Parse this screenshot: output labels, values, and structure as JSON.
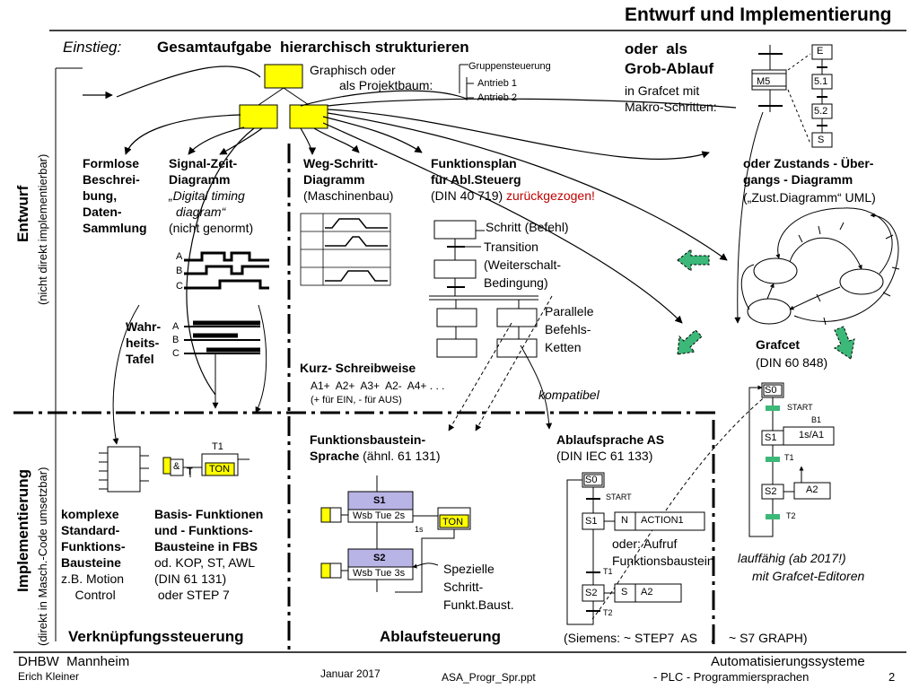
{
  "title": "Entwurf und Implementierung",
  "header": {
    "einstieg": "Einstieg:",
    "gesamtaufgabe": "Gesamtaufgabe  hierarchisch strukturieren",
    "graphisch1": "Graphisch oder",
    "graphisch2": "als Projektbaum:",
    "gruppe": "Gruppensteuerung",
    "antrieb1": "Antrieb 1",
    "antrieb2": "Antrieb 2",
    "grob1": "oder  als",
    "grob2": "Grob-Ablauf",
    "grob3": "in Grafcet mit",
    "grob4": "Makro-Schritten:"
  },
  "macro": {
    "m5": "M5",
    "e": "E",
    "s51": "5.1",
    "s52": "5.2",
    "s": "S"
  },
  "side": {
    "entwurf": "Entwurf",
    "entwurf_sub": "(nicht direkt implementierbar)",
    "impl": "Implementierung",
    "impl_sub": "(direkt in Masch.-Code umsetzbar)"
  },
  "formlos": [
    "Formlose",
    "Beschrei-",
    "bung,",
    "Daten-",
    "Sammlung"
  ],
  "signal": {
    "l1": "Signal-Zeit-",
    "l2": "Diagramm",
    "l3": "„Digital timing",
    "l4": "diagram“",
    "l5": "(nicht genormt)",
    "a": "A",
    "b": "B",
    "c": "C"
  },
  "wahr": {
    "l1": "Wahr-",
    "l2": "heits-",
    "l3": "Tafel",
    "a": "A",
    "b": "B",
    "c": "C"
  },
  "weg": {
    "l1": "Weg-Schritt-",
    "l2": "Diagramm",
    "l3": "(Maschinenbau)"
  },
  "fplan": {
    "l1": "Funktionsplan",
    "l2": "für Abl.Steuerg",
    "l3": "(DIN 40 719)",
    "l3red": "zurückgezogen!",
    "schritt": "Schritt (Befehl)",
    "trans1": "Transition",
    "trans2": "(Weiterschalt-",
    "trans3": "Bedingung)",
    "par1": "Parallele",
    "par2": "Befehls-",
    "par3": "Ketten"
  },
  "kurz": {
    "l1": "Kurz- Schreibweise",
    "l2": "A1+  A2+  A3+  A2-  A4+ . . .",
    "l3": "(+ für EIN, - für AUS)"
  },
  "kompatibel": "kompatibel",
  "zustand": {
    "l1": "oder Zustands - Über-",
    "l2": "gangs - Diagramm",
    "l3": "(„Zust.Diagramm“ UML)"
  },
  "grafcet": {
    "l1": "Grafcet",
    "l2": "(DIN 60 848)",
    "s0": "S0",
    "start": "START",
    "s1": "S1",
    "b1": "B1",
    "s1a1": "1s/A1",
    "t1": "T1",
    "s2": "S2",
    "a2": "A2",
    "t2": "T2",
    "run1": "lauffähig (ab 2017!)",
    "run2": "mit Grafcet-Editoren"
  },
  "impl": {
    "komplex": [
      "komplexe",
      "Standard-",
      "Funktions-",
      "Bausteine",
      "z.B. Motion",
      "    Control"
    ],
    "basis": [
      "Basis- Funktionen",
      "und - Funktions-",
      "Bausteine in FBS",
      "od. KOP, ST, AWL",
      "(DIN 61 131)",
      " oder STEP 7"
    ],
    "t1": "T1",
    "amp": "&",
    "tlabel": "T",
    "ton": "TON"
  },
  "fbs": {
    "l1": "Funktionsbaustein-",
    "l2": "Sprache (ähnl. 61 131)",
    "s1": "S1",
    "wsb1": "Wsb Tue 2s",
    "ton": "TON",
    "one_s": "1s",
    "s2": "S2",
    "wsb2": "Wsb Tue 3s",
    "spez1": "Spezielle",
    "spez2": "Schritt-",
    "spez3": "Funkt.Baust."
  },
  "as": {
    "l1": "Ablaufsprache AS",
    "l2": "(DIN IEC 61 133)",
    "s0": "S0",
    "start": "START",
    "s1": "S1",
    "n": "N",
    "action": "ACTION1",
    "oder1": "oder: Aufruf",
    "oder2": "Funktionsbaustein",
    "t1": "T1",
    "s2": "S2",
    "s": "S",
    "a2": "A2",
    "t2": "T2"
  },
  "bottom": {
    "verkn": "Verknüpfungssteuerung",
    "ablauf": "Ablaufsteuerung",
    "siemens": "(Siemens: ~ STEP7  AS    /    ~ S7 GRAPH)"
  },
  "footer": {
    "dhbw": "DHBW  Mannheim",
    "kleiner": "Erich Kleiner",
    "januar": "Januar 2017",
    "file": "ASA_Progr_Spr.ppt",
    "auto": "Automatisierungssysteme",
    "plc": "- PLC - Programmiersprachen",
    "page": "2"
  },
  "colors": {
    "yellow": "#ffff00",
    "green": "#3cb878",
    "blue_box": "#b8b4e6",
    "red": "#c00000"
  }
}
